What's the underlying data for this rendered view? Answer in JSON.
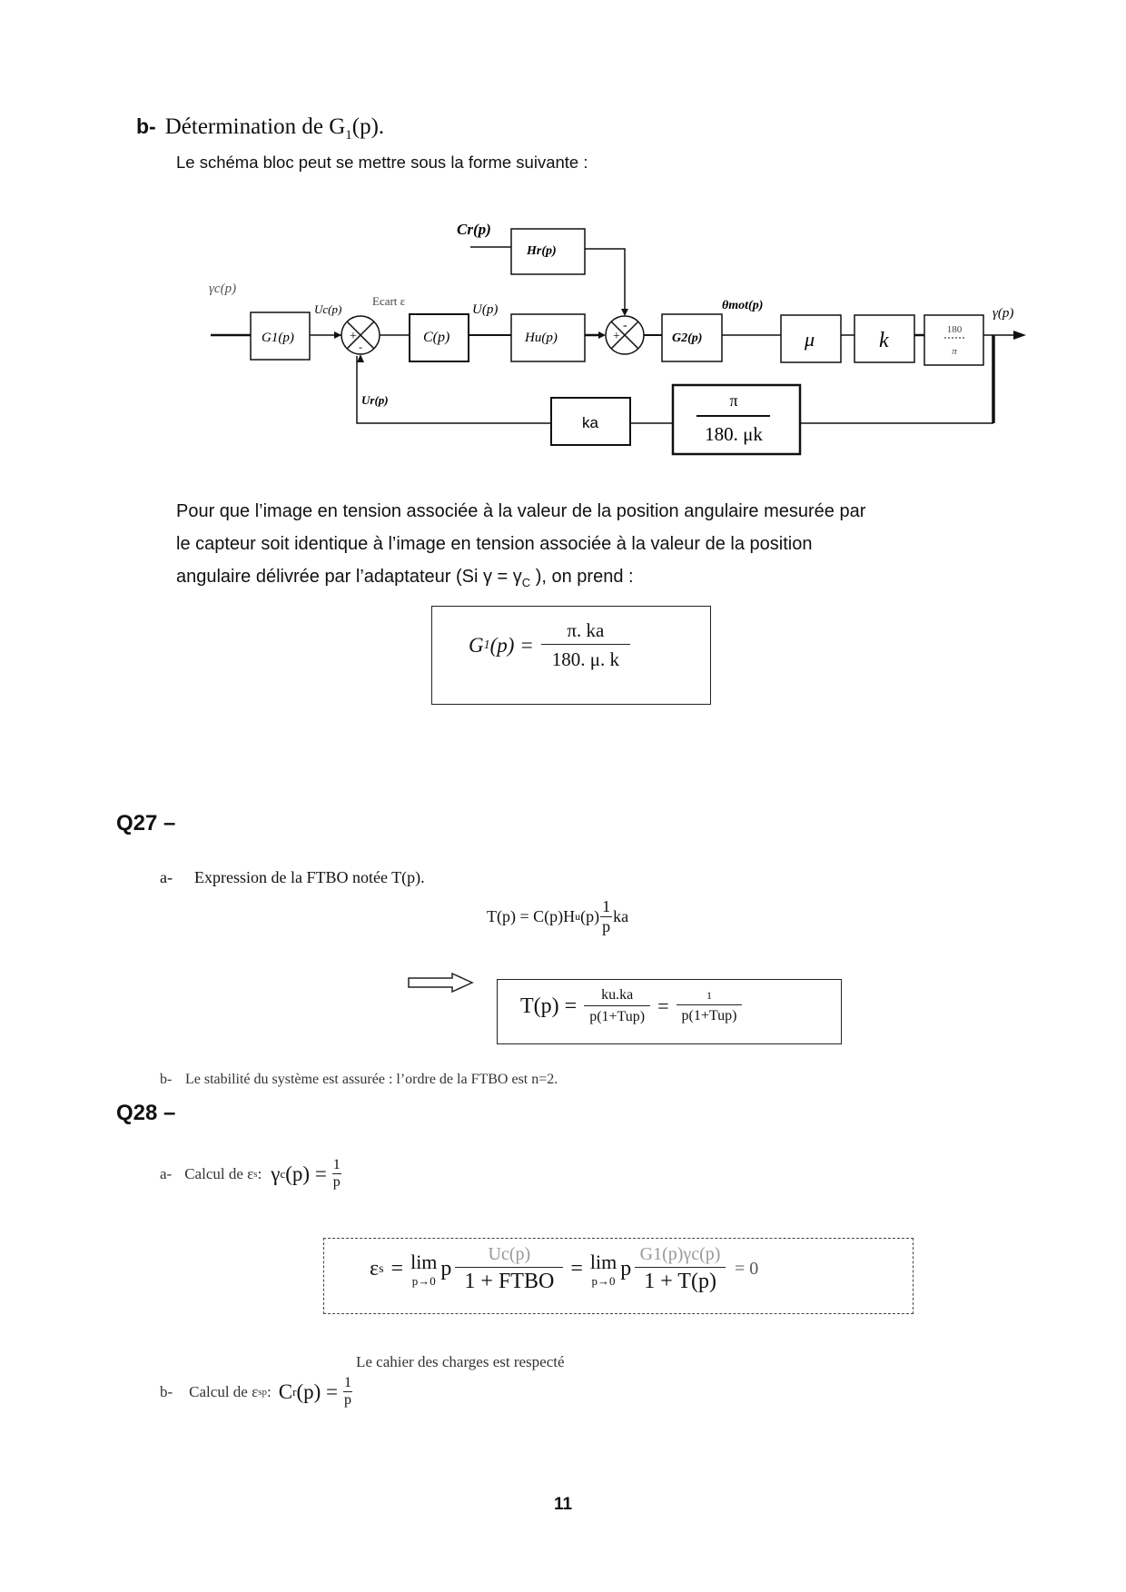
{
  "section_b": {
    "label": "b-",
    "title": "Détermination de G",
    "title_sub": "1",
    "title_end": "(p).",
    "intro": "Le schéma bloc peut se mettre sous la forme suivante :"
  },
  "diagram": {
    "input_label": "γc(p)",
    "g1_block": "G1(p)",
    "uc_label": "Uc(p)",
    "ecart_label": "Ecart ε",
    "c_block": "C(p)",
    "u_label": "U(p)",
    "hu_block": "Hu(p)",
    "cr_label": "Cr(p)",
    "hr_block": "Hr(p)",
    "g2_block": "G2(p)",
    "theta_label": "θmot(p)",
    "mu_block": "μ",
    "k_block": "k",
    "conv_num": "180",
    "conv_den": "π",
    "output_label": "γ(p)",
    "ur_label": "Ur(p)",
    "ka_block": "ka",
    "sensor_num": "π",
    "sensor_den": "180. μk",
    "sum1_plus": "+",
    "sum1_minus": "-",
    "sum2_plus": "+",
    "sum2_minus": "-"
  },
  "paragraph": {
    "line1": "Pour que l’image en tension associée à la valeur de la position angulaire mesurée par",
    "line2": "le capteur  soit identique à l’image en tension associée à la valeur de la position",
    "line3_start": "angulaire délivrée par l’adaptateur (Si γ   = γ",
    "line3_sub": "C",
    "line3_end": " ), on prend :"
  },
  "g1_formula": {
    "lhs": "G",
    "lhs_sub": "1",
    "lhs_end": "(p) =",
    "num": "π. ka",
    "den": "180. μ. k"
  },
  "q27": {
    "title": "Q27 –",
    "a_label": "a-",
    "a_text": "Expression de la FTBO notée T(p).",
    "eq1_lhs": "T(p) = C(p)H",
    "eq1_sub": "u",
    "eq1_mid": "(p)",
    "eq1_num": "1",
    "eq1_den": "p",
    "eq1_end": "ka",
    "eq2_lhs": "T(p) =",
    "eq2_num1": "ku.ka",
    "eq2_den1": "p(1+Tup)",
    "eq2_eq": "=",
    "eq2_num2": "1",
    "eq2_den2": "p(1+Tup)",
    "b_label": "b-",
    "b_text": "Le stabilité  du système est assurée : l’ordre de la FTBO est n=2."
  },
  "q28": {
    "title": "Q28 –",
    "a_label": "a-",
    "a_text": "Calcul de ε",
    "a_sub": "s",
    "a_colon": " :",
    "a_eq_lhs": "γ",
    "a_eq_sub": "c",
    "a_eq_end": "(p) =",
    "a_num": "1",
    "a_den": "p",
    "lim_lhs": "ε",
    "lim_lhs_sub": "s",
    "lim_eq": "=",
    "lim_word": "lim",
    "lim_under": "p→0",
    "lim_p": "p",
    "lim_num1": "Uc(p)",
    "lim_den1": "1 + FTBO",
    "lim_eq2": "=",
    "lim_num2": "G1(p)γc(p)",
    "lim_den2": "1 + T(p)",
    "lim_result": "= 0",
    "conclusion": "Le cahier des charges est respecté",
    "b_label": "b-",
    "b_text": "Calcul de ε",
    "b_sub": "sp",
    "b_colon": " :",
    "b_eq_lhs": "C",
    "b_eq_sub": "r",
    "b_eq_end": "(p) =",
    "b_num": "1",
    "b_den": "p"
  },
  "page_number": "11"
}
